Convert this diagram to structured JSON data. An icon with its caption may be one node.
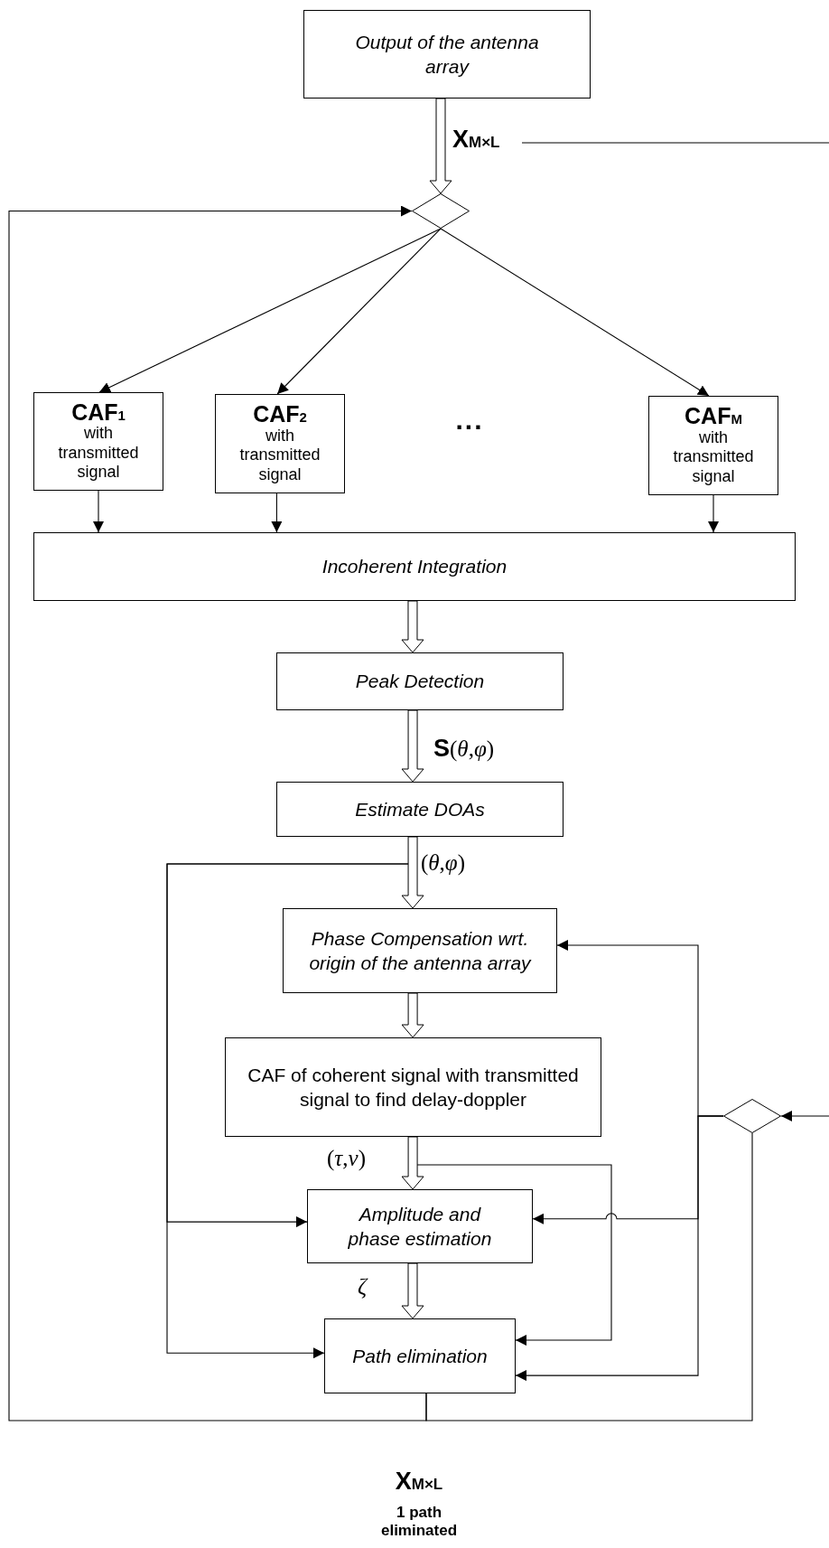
{
  "diagram": {
    "nodes": [
      {
        "text": [
          "Output of the antenna array"
        ]
      },
      {
        "text": [],
        "shape": "diamond"
      },
      {
        "text": [
          "CAF$_{1}$",
          "with transmitted signal"
        ]
      },
      {
        "text": [
          "CAF$_{2}$",
          "with transmitted signal"
        ]
      },
      {
        "text": [
          "CAF$_{M}$",
          "with transmitted signal"
        ]
      },
      {
        "text": [
          "Incoherent Integration"
        ]
      },
      {
        "text": [
          "Peak Detection"
        ]
      },
      {
        "text": [
          "Estimate DOAs"
        ]
      },
      {
        "text": [
          "Phase Compensation wrt. origin of  the antenna array"
        ]
      },
      {
        "text": [
          "CAF of coherent signal with transmitted signal to find delay-doppler"
        ]
      },
      {
        "text": [
          "Amplitude and phase estimation"
        ]
      },
      {
        "text": [
          "Path elimination"
        ]
      },
      {
        "text": [],
        "shape": "diamond"
      }
    ],
    "edges": [
      {
        "from": 0,
        "to": 1,
        "arrow": "to",
        "style": "thick",
        "label": "X$_{M×L}$"
      },
      {
        "from": null,
        "to": 12,
        "arrow": "to"
      },
      {
        "from": 11,
        "to": 1,
        "arrow": "to"
      },
      {
        "from": 1,
        "to": 2,
        "arrow": "to"
      },
      {
        "from": 1,
        "to": 3,
        "arrow": "to"
      },
      {
        "from": 1,
        "to": 4,
        "arrow": "to"
      },
      {
        "from": 2,
        "to": 5,
        "arrow": "to"
      },
      {
        "from": 3,
        "to": 5,
        "arrow": "to"
      },
      {
        "from": 4,
        "to": 5,
        "arrow": "to"
      },
      {
        "from": 5,
        "to": 6,
        "arrow": "to",
        "style": "thick"
      },
      {
        "from": 6,
        "to": 7,
        "arrow": "to",
        "style": "thick",
        "label": "**S**(*θ*,*φ*)"
      },
      {
        "from": 7,
        "to": 8,
        "arrow": "to",
        "style": "thick",
        "label": "(*θ*,*φ*)"
      },
      {
        "from": 7,
        "to": 10,
        "arrow": "to"
      },
      {
        "from": 7,
        "to": 11,
        "arrow": "to"
      },
      {
        "from": 8,
        "to": 9,
        "arrow": "to",
        "style": "thick"
      },
      {
        "from": 9,
        "to": 10,
        "arrow": "to",
        "style": "thick",
        "label": "(*τ*,*ν*)"
      },
      {
        "from": 9,
        "to": 11,
        "arrow": "to"
      },
      {
        "from": 10,
        "to": 11,
        "arrow": "to",
        "style": "thick",
        "label": "*ζ*"
      },
      {
        "from": 12,
        "to": 8,
        "arrow": "to"
      },
      {
        "from": 12,
        "to": 10,
        "arrow": "to"
      },
      {
        "from": 12,
        "to": 11,
        "arrow": "to"
      },
      {
        "from": 11,
        "to": 12,
        "arrow": "none"
      }
    ],
    "labels": [
      "...",
      "X$_{M×L}$",
      "1 path eliminated"
    ]
  }
}
